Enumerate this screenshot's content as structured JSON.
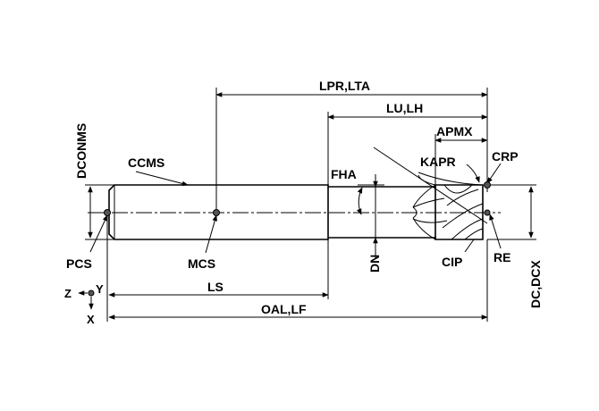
{
  "diagram": {
    "labels": {
      "lpr_lta": "LPR,LTA",
      "lu_lh": "LU,LH",
      "apmx": "APMX",
      "dconms": "DCONMS",
      "ccms": "CCMS",
      "fha": "FHA",
      "kapr": "KAPR",
      "crp": "CRP",
      "pcs": "PCS",
      "mcs": "MCS",
      "dn": "DN",
      "cip": "CIP",
      "re": "RE",
      "dc_dcx": "DC,DCX",
      "ls": "LS",
      "oal_lf": "OAL,LF",
      "axis_z": "Z",
      "axis_y": "Y",
      "axis_x": "X"
    }
  }
}
